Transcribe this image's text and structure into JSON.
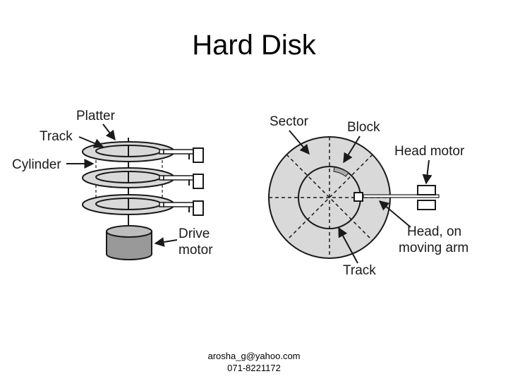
{
  "slide": {
    "title": "Hard Disk"
  },
  "left_diagram": {
    "labels": {
      "platter": "Platter",
      "track": "Track",
      "cylinder": "Cylinder",
      "drive_motor_line1": "Drive",
      "drive_motor_line2": "motor"
    }
  },
  "right_diagram": {
    "labels": {
      "sector": "Sector",
      "block": "Block",
      "head_motor": "Head motor",
      "head_line1": "Head, on",
      "head_line2": "moving arm",
      "track": "Track"
    }
  },
  "footer": {
    "email": "arosha_g@yahoo.com",
    "phone": "071-8221172"
  },
  "colors": {
    "platter_fill": "#d9d9d9",
    "motor_fill": "#999999",
    "stroke": "#1a1a1a"
  }
}
